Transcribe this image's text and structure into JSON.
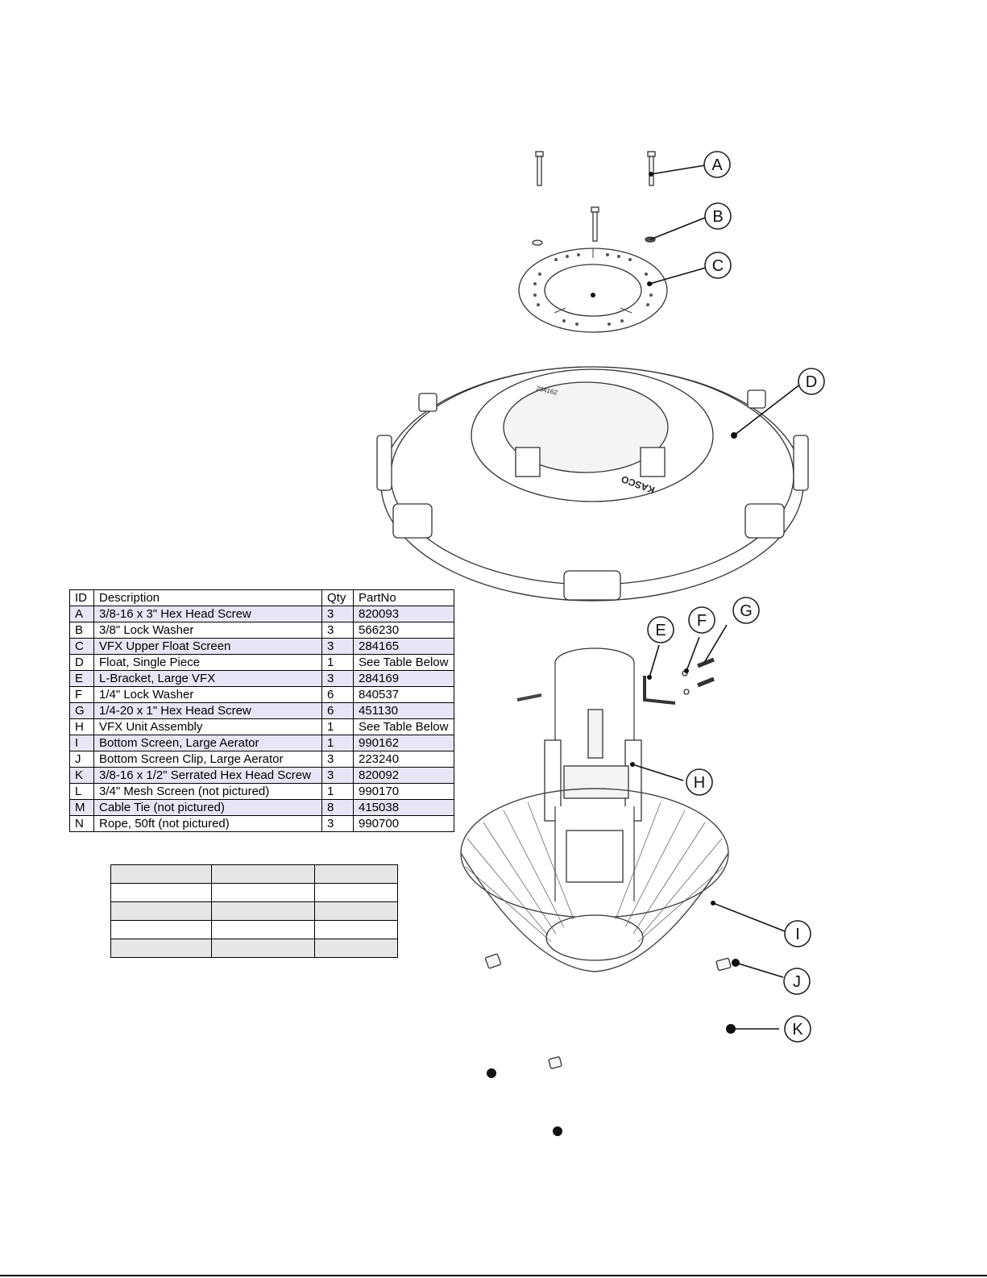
{
  "callouts": [
    {
      "id": "A"
    },
    {
      "id": "B"
    },
    {
      "id": "C"
    },
    {
      "id": "D"
    },
    {
      "id": "E"
    },
    {
      "id": "F"
    },
    {
      "id": "G"
    },
    {
      "id": "H"
    },
    {
      "id": "I"
    },
    {
      "id": "J"
    },
    {
      "id": "K"
    }
  ],
  "parts_table": {
    "headers": [
      "ID",
      "Description",
      "Qty",
      "PartNo"
    ],
    "rows": [
      {
        "id": "A",
        "description": "3/8-16 x 3\" Hex Head Screw",
        "qty": "3",
        "partno": "820093"
      },
      {
        "id": "B",
        "description": "3/8\" Lock Washer",
        "qty": "3",
        "partno": "566230"
      },
      {
        "id": "C",
        "description": "VFX Upper Float Screen",
        "qty": "3",
        "partno": "284165"
      },
      {
        "id": "D",
        "description": "Float, Single Piece",
        "qty": "1",
        "partno": "See Table Below"
      },
      {
        "id": "E",
        "description": "L-Bracket, Large VFX",
        "qty": "3",
        "partno": "284169"
      },
      {
        "id": "F",
        "description": "1/4\" Lock Washer",
        "qty": "6",
        "partno": "840537"
      },
      {
        "id": "G",
        "description": "1/4-20 x 1\" Hex Head Screw",
        "qty": "6",
        "partno": "451130"
      },
      {
        "id": "H",
        "description": "VFX Unit Assembly",
        "qty": "1",
        "partno": "See Table Below"
      },
      {
        "id": "I",
        "description": "Bottom Screen, Large Aerator",
        "qty": "1",
        "partno": "990162"
      },
      {
        "id": "J",
        "description": "Bottom Screen Clip, Large Aerator",
        "qty": "3",
        "partno": "223240"
      },
      {
        "id": "K",
        "description": "3/8-16 x 1/2\" Serrated Hex Head Screw",
        "qty": "3",
        "partno": "820092"
      },
      {
        "id": "L",
        "description": "3/4\" Mesh Screen (not pictured)",
        "qty": "1",
        "partno": "990170"
      },
      {
        "id": "M",
        "description": "Cable Tie (not pictured)",
        "qty": "8",
        "partno": "415038"
      },
      {
        "id": "N",
        "description": "Rope, 50ft (not pictured)",
        "qty": "3",
        "partno": "990700"
      }
    ]
  },
  "variant_table": {
    "rows": 5,
    "cols": 3
  },
  "colors": {
    "alt_row": "#e6e6f6",
    "variant_shade": "#e6e6e6",
    "line": "#111111"
  }
}
